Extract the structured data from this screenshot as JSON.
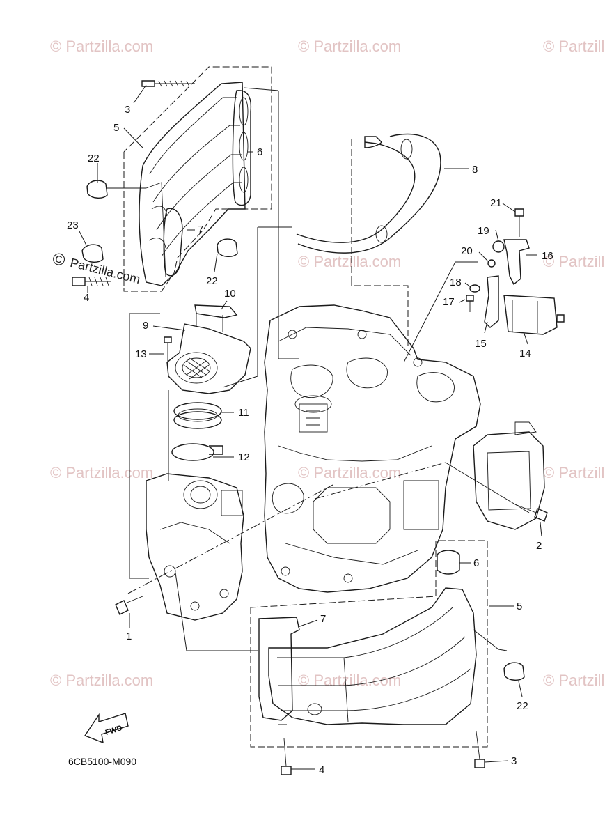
{
  "watermark_text": "© Partzilla.com",
  "corner_watermark": {
    "symbol": "©",
    "text": "Partzilla.com"
  },
  "diagram_code": "6CB5100-M090",
  "fwd_label": "FWD",
  "callouts": [
    {
      "id": "c1",
      "label": "1"
    },
    {
      "id": "c2",
      "label": "2"
    },
    {
      "id": "c3a",
      "label": "3"
    },
    {
      "id": "c3b",
      "label": "3"
    },
    {
      "id": "c4a",
      "label": "4"
    },
    {
      "id": "c4b",
      "label": "4"
    },
    {
      "id": "c5a",
      "label": "5"
    },
    {
      "id": "c5b",
      "label": "5"
    },
    {
      "id": "c6a",
      "label": "6"
    },
    {
      "id": "c6b",
      "label": "6"
    },
    {
      "id": "c7a",
      "label": "7"
    },
    {
      "id": "c7b",
      "label": "7"
    },
    {
      "id": "c8",
      "label": "8"
    },
    {
      "id": "c9",
      "label": "9"
    },
    {
      "id": "c10",
      "label": "10"
    },
    {
      "id": "c11",
      "label": "11"
    },
    {
      "id": "c12",
      "label": "12"
    },
    {
      "id": "c13",
      "label": "13"
    },
    {
      "id": "c14",
      "label": "14"
    },
    {
      "id": "c15",
      "label": "15"
    },
    {
      "id": "c16",
      "label": "16"
    },
    {
      "id": "c17",
      "label": "17"
    },
    {
      "id": "c18",
      "label": "18"
    },
    {
      "id": "c19",
      "label": "19"
    },
    {
      "id": "c20",
      "label": "20"
    },
    {
      "id": "c21",
      "label": "21"
    },
    {
      "id": "c22a",
      "label": "22"
    },
    {
      "id": "c22b",
      "label": "22"
    },
    {
      "id": "c22c",
      "label": "22"
    },
    {
      "id": "c23",
      "label": "23"
    }
  ]
}
